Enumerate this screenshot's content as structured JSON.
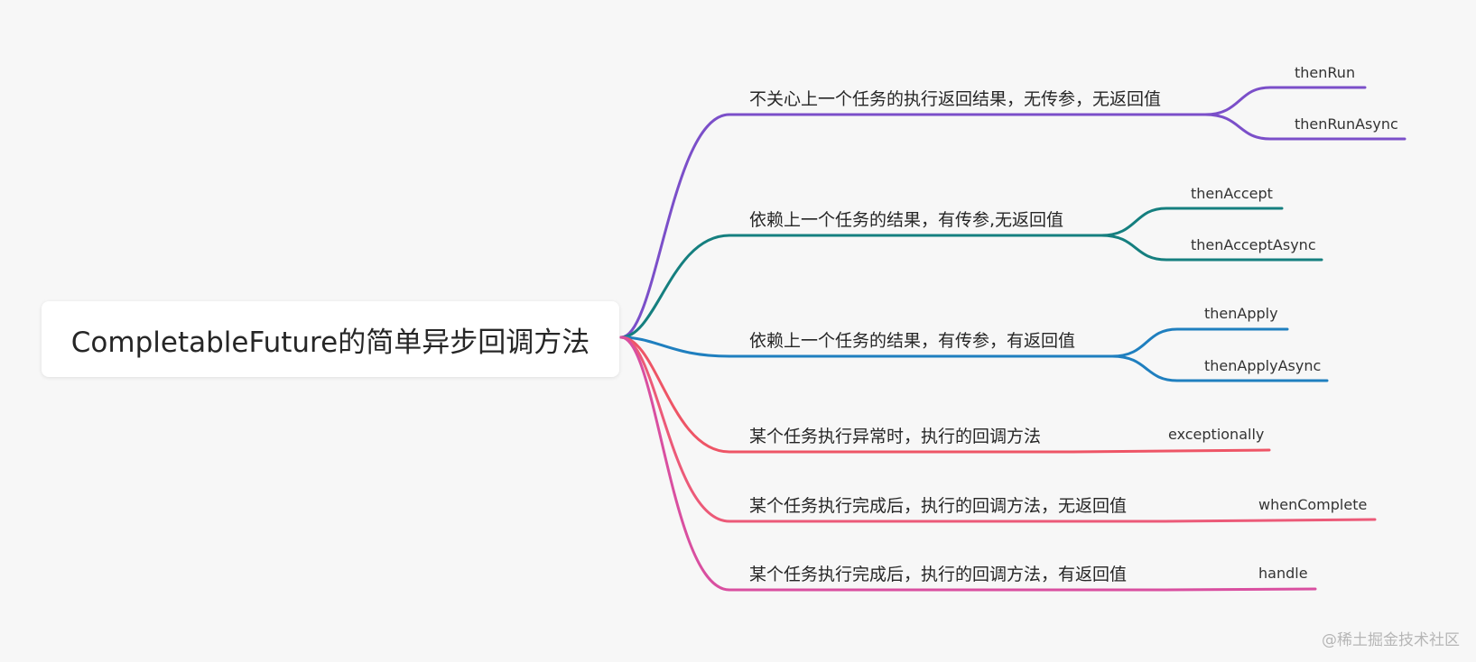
{
  "root": {
    "label": "CompletableFuture的简单异步回调方法"
  },
  "branches": [
    {
      "label": "不关心上一个任务的执行返回结果，无传参，无返回值",
      "color": "#7b4fc9",
      "leaves": [
        "thenRun",
        "thenRunAsync"
      ]
    },
    {
      "label": "依赖上一个任务的结果，有传参,无返回值",
      "color": "#157f7f",
      "leaves": [
        "thenAccept",
        "thenAcceptAsync"
      ]
    },
    {
      "label": "依赖上一个任务的结果，有传参，有返回值",
      "color": "#1f7fbf",
      "leaves": [
        "thenApply",
        "thenApplyAsync"
      ]
    },
    {
      "label": "某个任务执行异常时，执行的回调方法",
      "color": "#ee5566",
      "leaves": [
        "exceptionally"
      ]
    },
    {
      "label": "某个任务执行完成后，执行的回调方法，无返回值",
      "color": "#ec5a78",
      "leaves": [
        "whenComplete"
      ]
    },
    {
      "label": "某个任务执行完成后，执行的回调方法，有返回值",
      "color": "#d94fa0",
      "leaves": [
        "handle"
      ]
    }
  ],
  "watermark": "@稀土掘金技术社区"
}
